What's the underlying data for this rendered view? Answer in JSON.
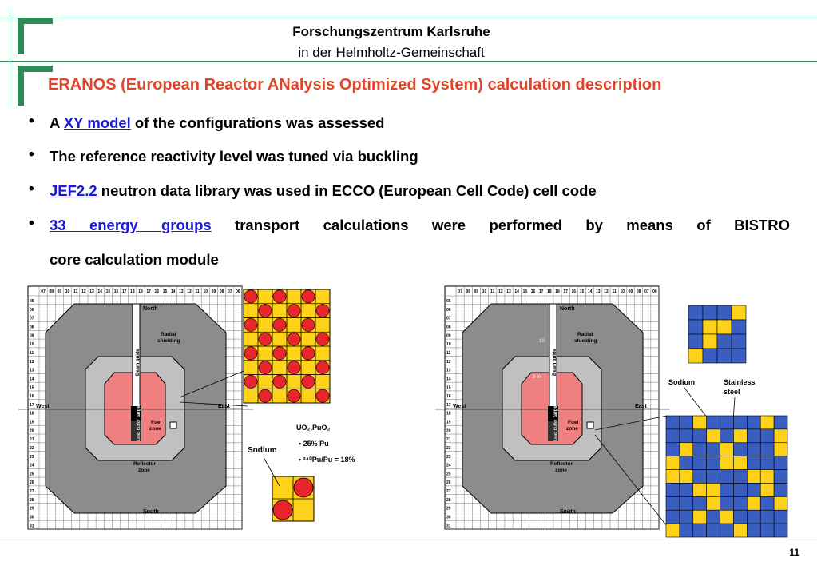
{
  "header": {
    "org_line1": "Forschungszentrum Karlsruhe",
    "org_line2": "in der Helmholtz-Gemeinschaft",
    "title": "ERANOS (European Reactor ANalysis Optimized System) calculation description"
  },
  "bullets": [
    {
      "before": "A ",
      "link": "XY model",
      "after": " of the configurations was assessed"
    },
    {
      "before": "The reference reactivity level was tuned via buckling",
      "link": "",
      "after": ""
    },
    {
      "before": "",
      "link": "JEF2.2",
      "after": " neutron data library was used in ECCO (European Cell Code) cell code"
    },
    {
      "before": "",
      "link": "33 energy groups",
      "after": " transport calculations were performed by means of BISTRO",
      "line2": "core calculation module"
    }
  ],
  "left_figure": {
    "col_labels": [
      "07",
      "08",
      "09",
      "10",
      "11",
      "12",
      "13",
      "14",
      "15",
      "16",
      "17",
      "18",
      "18",
      "17",
      "16",
      "15",
      "14",
      "13",
      "12",
      "11",
      "10",
      "09",
      "08",
      "07",
      "06"
    ],
    "row_labels": [
      "05",
      "06",
      "07",
      "08",
      "09",
      "10",
      "11",
      "12",
      "13",
      "14",
      "15",
      "16",
      "17",
      "18",
      "19",
      "20",
      "21",
      "22",
      "23",
      "24",
      "25",
      "26",
      "27",
      "28",
      "29",
      "30",
      "31"
    ],
    "north": "North",
    "south": "South",
    "west": "West",
    "east": "East",
    "radial": "Radial",
    "shielding": "shielding",
    "beam_guide": "Beam guide",
    "target": "target",
    "lead_buffer": "Lead buffer",
    "fuel": "Fuel",
    "zone": "zone",
    "reflector": "Reflector",
    "reflector_zone": "zone",
    "sodium": "Sodium",
    "fuel_comp": "UO₂,PuO₂",
    "pu_frac": "• 25% Pu",
    "pu240": "• ²⁴⁰Pu/Pu = 18%"
  },
  "right_figure": {
    "col_labels": [
      "07",
      "08",
      "09",
      "10",
      "11",
      "12",
      "13",
      "14",
      "15",
      "16",
      "17",
      "18",
      "18",
      "17",
      "16",
      "15",
      "14",
      "13",
      "12",
      "11",
      "10",
      "09",
      "08",
      "07",
      "06"
    ],
    "row_labels": [
      "05",
      "06",
      "07",
      "08",
      "09",
      "10",
      "11",
      "12",
      "13",
      "14",
      "15",
      "16",
      "17",
      "18",
      "19",
      "20",
      "21",
      "22",
      "23",
      "24",
      "25",
      "26",
      "27",
      "28",
      "29",
      "30",
      "31"
    ],
    "north": "North",
    "south": "South",
    "west": "West",
    "east": "East",
    "radial": "Radial",
    "shielding": "shielding",
    "beam_guide": "Beam guide",
    "target": "target",
    "lead_buffer": "Lead buffer",
    "fuel": "Fuel",
    "zone": "zone",
    "reflector": "Reflector",
    "reflector_zone": "zone",
    "dim1": "10",
    "dim2": "2 m",
    "sodium": "Sodium",
    "stainless": "Stainless",
    "steel": "steel"
  },
  "colors": {
    "green": "#2e8b57",
    "title_red": "#e0442a",
    "link_blue": "#1a1ad8",
    "pin_red": "#e8252a",
    "pin_yellow": "#ffd21a",
    "steel_blue": "#3a5dc0",
    "fuel_pink": "#f08080",
    "reflector_gray": "#c0c0c0",
    "shield_gray": "#8c8c8c"
  },
  "footer": {
    "page": "11"
  }
}
